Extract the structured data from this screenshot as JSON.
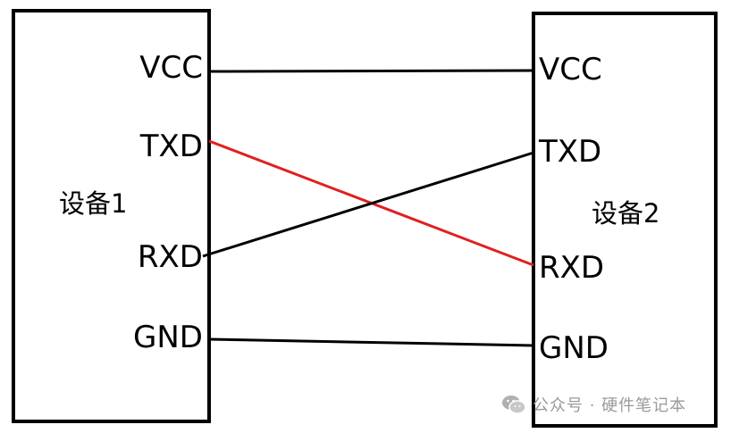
{
  "device1": {
    "name": "设备1",
    "pins": {
      "vcc": "VCC",
      "txd": "TXD",
      "rxd": "RXD",
      "gnd": "GND"
    }
  },
  "device2": {
    "name": "设备2",
    "pins": {
      "vcc": "VCC",
      "txd": "TXD",
      "rxd": "RXD",
      "gnd": "GND"
    }
  },
  "wires": [
    {
      "from": "device1.VCC",
      "to": "device2.VCC",
      "color": "#000000"
    },
    {
      "from": "device1.TXD",
      "to": "device2.RXD",
      "color": "#e02020"
    },
    {
      "from": "device1.RXD",
      "to": "device2.TXD",
      "color": "#000000"
    },
    {
      "from": "device1.GND",
      "to": "device2.GND",
      "color": "#000000"
    }
  ],
  "watermark": {
    "text": "公众号 · 硬件笔记本",
    "icon": "wechat-icon"
  }
}
